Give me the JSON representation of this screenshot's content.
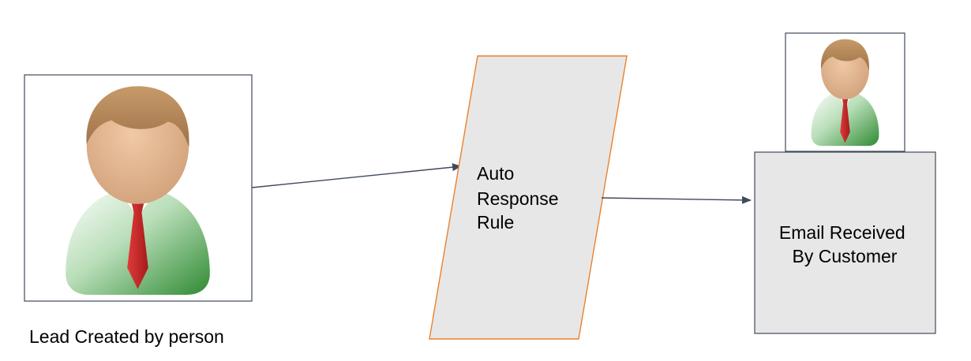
{
  "diagram": {
    "lead_caption": "Lead Created by person",
    "rule_label_lines": [
      "Auto",
      "Response",
      "Rule"
    ],
    "email_label_lines": [
      "Email Received",
      "By Customer"
    ]
  },
  "colors": {
    "frame_stroke": "#3f4a5a",
    "box_fill": "#e7e7e7",
    "parallelogram_stroke": "#e8822f",
    "arrow": "#3f4a5a",
    "skin": "#e2b48e",
    "hair": "#b98a5a",
    "suit": "#5aa85a",
    "tie": "#c62a2a"
  },
  "icons": {
    "lead_person": "person-avatar-icon",
    "customer_person": "person-avatar-icon"
  }
}
